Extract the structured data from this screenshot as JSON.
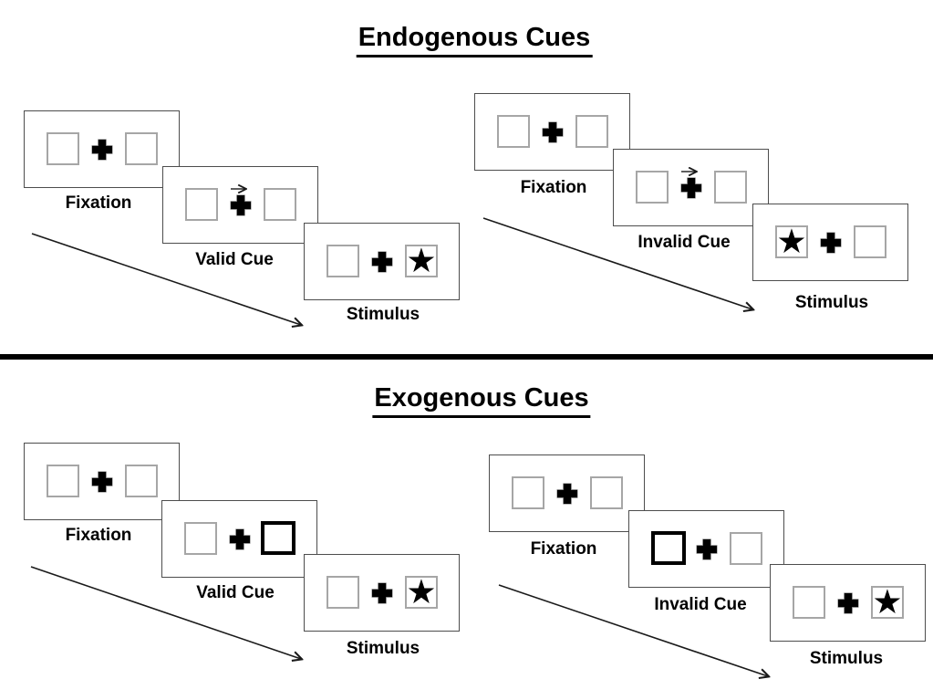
{
  "diagram": {
    "kind": "Posner spatial cueing paradigm schematic",
    "background_color": "#ffffff",
    "divider_color": "#000000",
    "panel_border_color": "#4d4d4d",
    "placeholder_box_border_color": "#a6a6a6",
    "cue_highlight_border_color": "#000000",
    "text_color": "#000000"
  },
  "icons": {
    "star": "★",
    "fixation_cross": "plus-cross",
    "cue_arrow_direction": "right"
  },
  "sections": [
    {
      "name": "Endogenous Cues",
      "groups": [
        {
          "cue_type": "valid",
          "panels": [
            {
              "label": "Fixation",
              "content": "two empty boxes with central fixation cross"
            },
            {
              "label": "Valid Cue",
              "content": "rightward arrow above fixation cross",
              "cue": "arrow-right"
            },
            {
              "label": "Stimulus",
              "content": "star in right box",
              "stimulus_side": "right"
            }
          ]
        },
        {
          "cue_type": "invalid",
          "panels": [
            {
              "label": "Fixation",
              "content": "two empty boxes with central fixation cross"
            },
            {
              "label": "Invalid Cue",
              "content": "rightward arrow above fixation cross",
              "cue": "arrow-right"
            },
            {
              "label": "Stimulus",
              "content": "star in left box",
              "stimulus_side": "left"
            }
          ]
        }
      ]
    },
    {
      "name": "Exogenous Cues",
      "groups": [
        {
          "cue_type": "valid",
          "panels": [
            {
              "label": "Fixation",
              "content": "two empty boxes with central fixation cross"
            },
            {
              "label": "Valid Cue",
              "content": "right box highlighted with thick black border",
              "cue": "highlight-right"
            },
            {
              "label": "Stimulus",
              "content": "star in right box",
              "stimulus_side": "right"
            }
          ]
        },
        {
          "cue_type": "invalid",
          "panels": [
            {
              "label": "Fixation",
              "content": "two empty boxes with central fixation cross"
            },
            {
              "label": "Invalid Cue",
              "content": "left box highlighted with thick black border",
              "cue": "highlight-left"
            },
            {
              "label": "Stimulus",
              "content": "star in right box",
              "stimulus_side": "right"
            }
          ]
        }
      ]
    }
  ]
}
